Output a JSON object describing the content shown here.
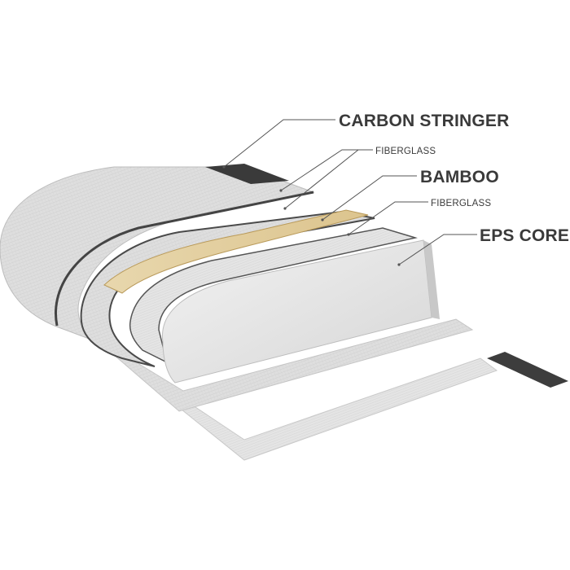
{
  "labels": {
    "carbon_stringer": "CARBON STRINGER",
    "fiberglass_top": "FIBERGLASS",
    "bamboo": "BAMBOO",
    "fiberglass_lower": "FIBERGLASS",
    "eps_core": "EPS CORE"
  },
  "colors": {
    "eps_core": "#e9e9e9",
    "fiberglass": "#dcdcdc",
    "carbon": "#3d3d3d",
    "bamboo": "#e6d3a6",
    "label_text": "#3a3a3a"
  }
}
